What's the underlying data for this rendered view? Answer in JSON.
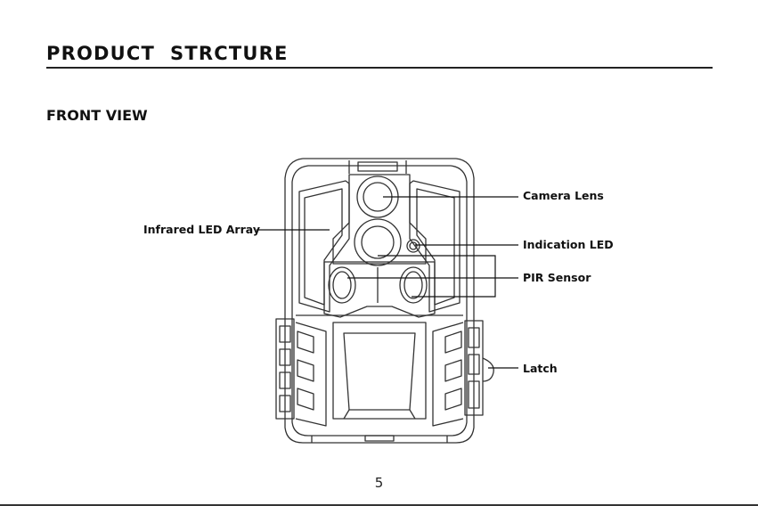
{
  "page": {
    "title": "PRODUCT  STRCTURE",
    "section_heading": "FRONT VIEW",
    "page_number": "5"
  },
  "callouts": {
    "infrared": "Infrared LED Array",
    "camera_lens": "Camera Lens",
    "indication_led": "Indication LED",
    "pir_sensor": "PIR Sensor",
    "latch": "Latch"
  }
}
